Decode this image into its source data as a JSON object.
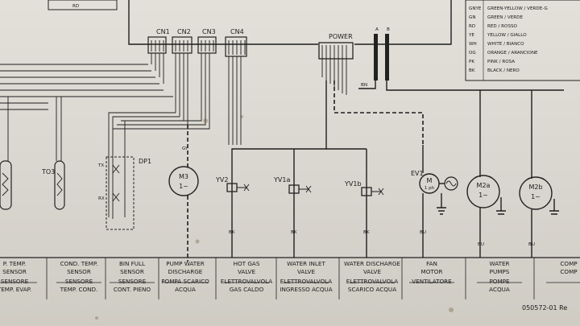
{
  "legend": {
    "rd_box": "RD",
    "entries": [
      {
        "code": "GNYE",
        "text": "GREEN-YELLOW / VERDE-G"
      },
      {
        "code": "GN",
        "text": "GREEN / VERDE"
      },
      {
        "code": "RD",
        "text": "RED / ROSSO"
      },
      {
        "code": "YE",
        "text": "YELLOW / GIALLO"
      },
      {
        "code": "WH",
        "text": "WHITE / BIANCO"
      },
      {
        "code": "OG",
        "text": "ORANGE / ARANCIONE"
      },
      {
        "code": "PK",
        "text": "PINK / ROSA"
      },
      {
        "code": "BK",
        "text": "BLACK / NERO"
      }
    ]
  },
  "connectors": {
    "cn1": "CN1",
    "cn2": "CN2",
    "cn3": "CN3",
    "cn4": "CN4",
    "power": "POWER",
    "terminal_a": "A",
    "terminal_b": "B"
  },
  "components": {
    "to3": "TO3",
    "dp1": "DP1",
    "m3": "M3",
    "yv2": "YV2",
    "yv1a": "YV1a",
    "yv1b": "YV1b",
    "ev1": "EV1",
    "m2a": "M2a",
    "m2b": "M2b",
    "ac_symbol": "1~",
    "m_letter": "M",
    "ev_sub": "1 ph"
  },
  "wire_codes": {
    "bn": "BN",
    "bu": "BU",
    "gy": "GY",
    "bk": "BK",
    "tx": "TX",
    "rx": "RX"
  },
  "bottom_labels": [
    {
      "lines": [
        "P. TEMP.",
        "SENSOR",
        "SENSORE",
        "TEMP. EVAP."
      ]
    },
    {
      "lines": [
        "COND. TEMP.",
        "SENSOR",
        "SENSORE",
        "TEMP. COND."
      ]
    },
    {
      "lines": [
        "BIN FULL",
        "SENSOR",
        "SENSORE",
        "CONT. PIENO"
      ]
    },
    {
      "lines": [
        "PUMP WATER",
        "DISCHARGE",
        "POMPA SCARICO",
        "ACQUA"
      ]
    },
    {
      "lines": [
        "HOT GAS",
        "VALVE",
        "ELETTROVALVOLA",
        "GAS CALDO"
      ]
    },
    {
      "lines": [
        "WATER INLET",
        "VALVE",
        "ELETTROVALVOLA",
        "INGRESSO ACQUA"
      ]
    },
    {
      "lines": [
        "WATER DISCHARGE",
        "VALVE",
        "ELETTROVALVOLA",
        "SCARICO ACQUA"
      ]
    },
    {
      "lines": [
        "FAN",
        "MOTOR",
        "VENTILATORE",
        ""
      ]
    },
    {
      "lines": [
        "WATER",
        "PUMPS",
        "POMPE",
        "ACQUA"
      ]
    },
    {
      "lines": [
        "COMP",
        "COMP",
        "",
        ""
      ]
    }
  ],
  "footer": {
    "code": "050572-01 Re"
  }
}
